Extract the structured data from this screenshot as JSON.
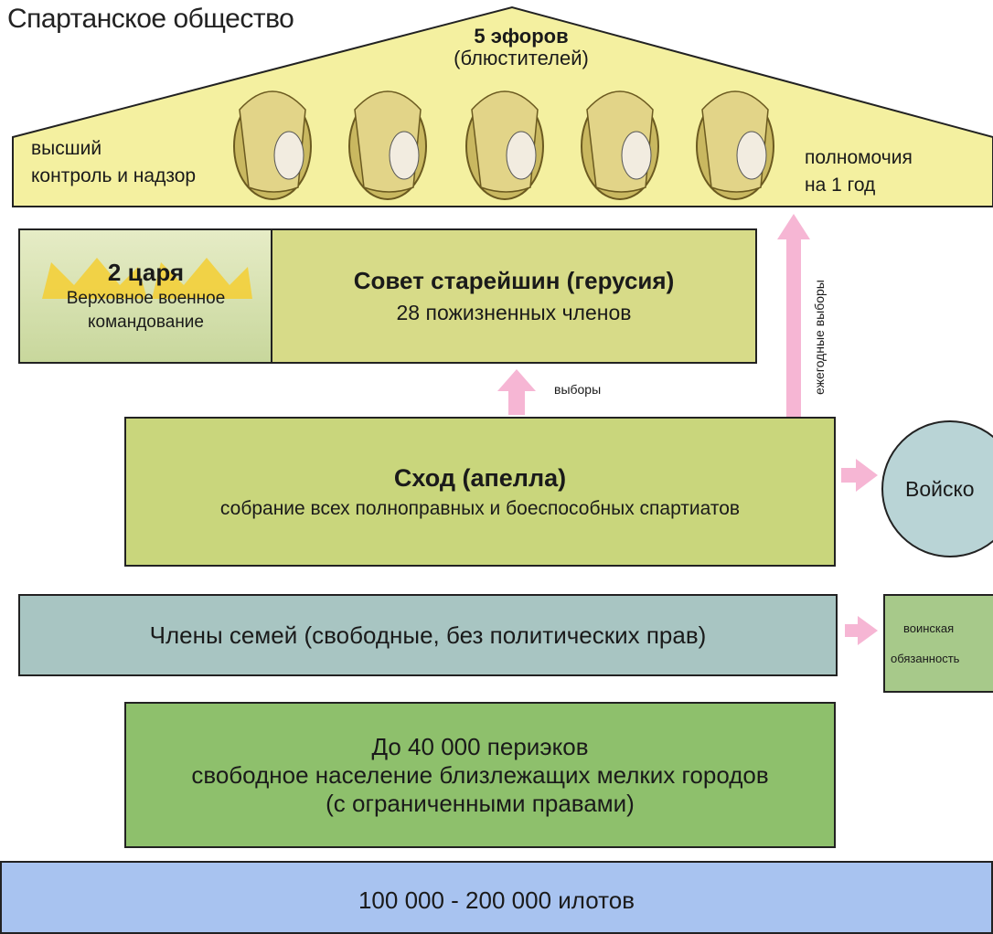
{
  "title": "Спартанское общество",
  "ephors": {
    "title": "5 эфоров",
    "subtitle": "(блюстителей)",
    "left_line1": "высший",
    "left_line2": "контроль и надзор",
    "right_line1": "полномочия",
    "right_line2": "на 1 год"
  },
  "kings": {
    "title": "2 царя",
    "line1": "Верховное военное",
    "line2": "командование"
  },
  "gerousia": {
    "title": "Совет старейшин (герусия)",
    "subtitle": "28 пожизненных членов"
  },
  "arrows": {
    "elections": "выборы",
    "annual_elections": "ежегодные выборы"
  },
  "apella": {
    "title": "Сход (апелла)",
    "subtitle": "собрание всех полноправных и боеспособных спартиатов"
  },
  "army": "Войско",
  "families": "Члены семей (свободные, без политических прав)",
  "military_duty": {
    "line1": "воинская",
    "line2": "обязанность"
  },
  "perioeci": {
    "line1": "До 40 000 периэков",
    "line2": "свободное население близлежащих мелких городов",
    "line3": "(с ограниченными правами)"
  },
  "helots": "100 000 - 200 000 илотов",
  "colors": {
    "roof": "#f4f0a0",
    "kings": "#d8e2b4",
    "gerousia": "#d7db88",
    "apella": "#c9d67c",
    "army": "#b9d4d6",
    "families": "#a8c5c2",
    "duty": "#a7c98a",
    "perioeci": "#8ec06c",
    "helots": "#a8c3f0",
    "arrow": "#f6b6d4"
  }
}
